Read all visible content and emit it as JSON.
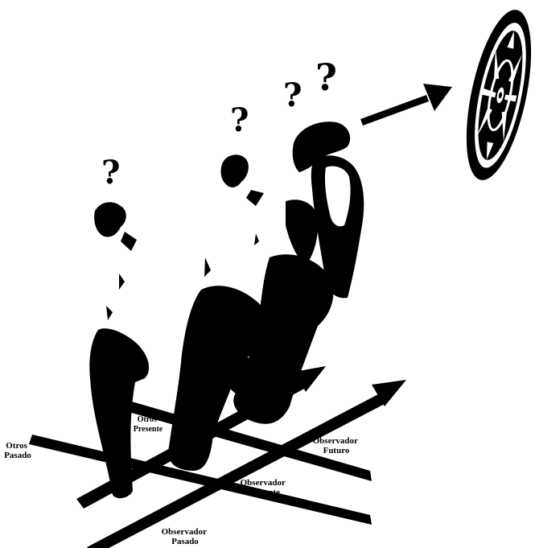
{
  "labels": {
    "otros_pasado": [
      "Otros",
      "Pasado"
    ],
    "otros_presente": [
      "Otros",
      "Presente"
    ],
    "observador_futuro": [
      "Observador",
      "Futuro"
    ],
    "observador_presente": [
      "Observador",
      "Presente"
    ],
    "observador_pasado": [
      "Observador",
      "Pasado"
    ]
  },
  "question_mark": "?",
  "figures": [
    "person-past",
    "person-present",
    "person-future"
  ],
  "target": "dartboard-icon"
}
